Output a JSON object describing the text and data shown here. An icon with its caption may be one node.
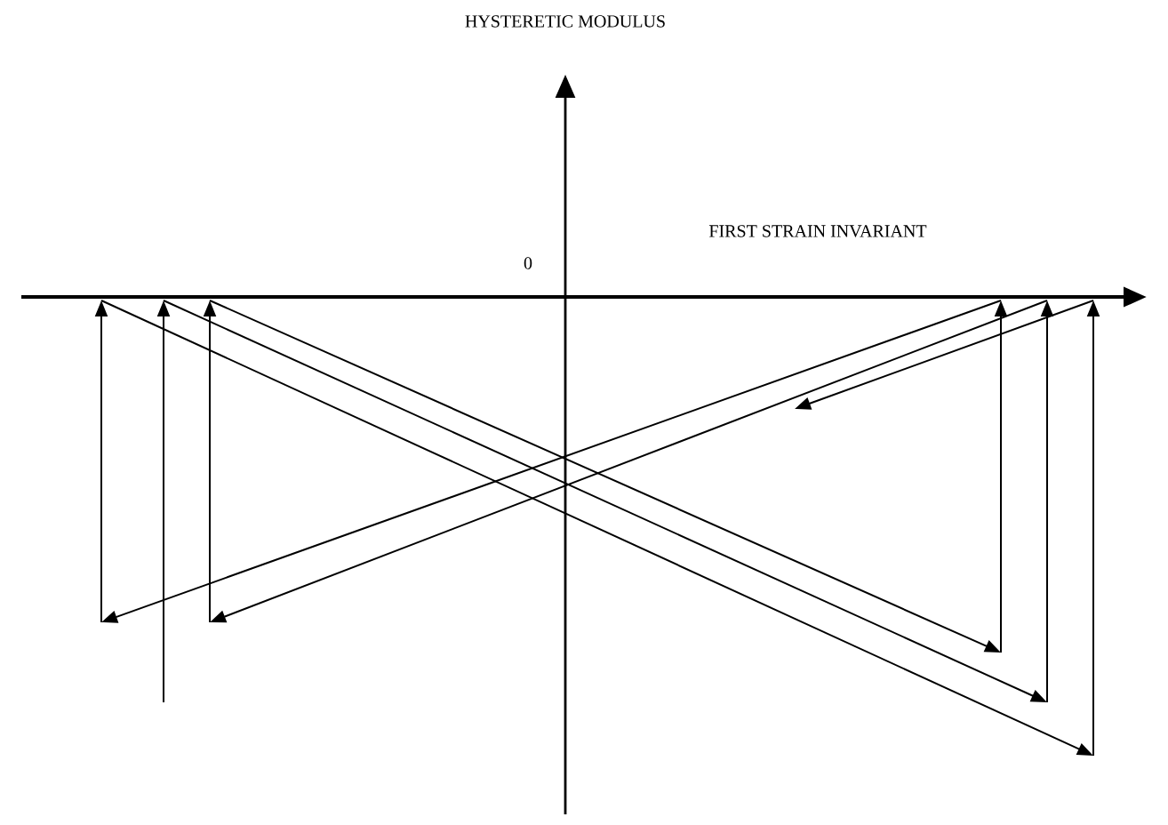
{
  "diagram": {
    "labels": [
      "HYSTERETIC MODULUS",
      "0",
      "FIRST STRAIN INVARIANT"
    ]
  }
}
